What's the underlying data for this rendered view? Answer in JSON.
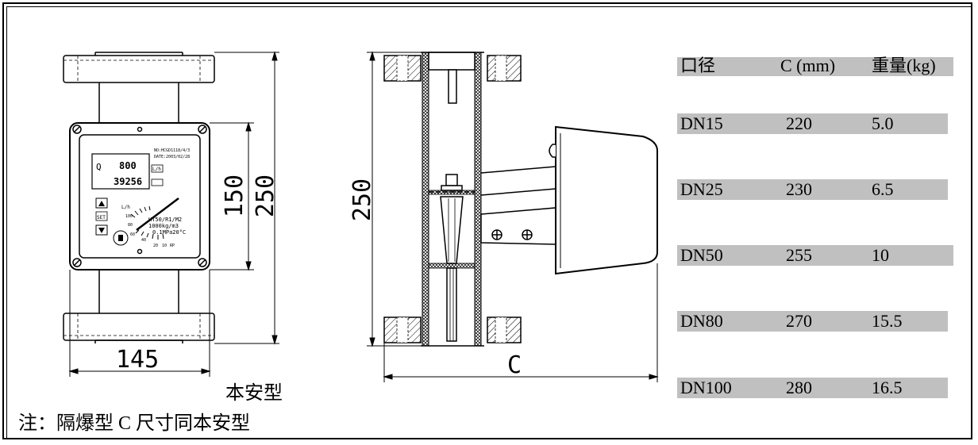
{
  "table": {
    "headers": [
      "口径",
      "C (mm)",
      "重量(kg)"
    ],
    "rows": [
      [
        "DN15",
        "220",
        "5.0"
      ],
      [
        "DN25",
        "230",
        "6.5"
      ],
      [
        "DN50",
        "255",
        "10"
      ],
      [
        "DN80",
        "270",
        "15.5"
      ],
      [
        "DN100",
        "280",
        "16.5"
      ]
    ]
  },
  "dimensions": {
    "front_width": "145",
    "front_body_height": "150",
    "front_total_height": "250",
    "side_height": "250",
    "side_length": "C"
  },
  "display": {
    "q_label": "Q",
    "rate_value": "800",
    "total_value": "39256",
    "unit": "L/h",
    "model_text": "HT50/R1/M2",
    "density_text": "1000kg/m3",
    "pressure_text": "0.1MPa20°C",
    "scale_unit": "L/h",
    "scale_labels": [
      "100",
      "80",
      "60",
      "40",
      "20",
      "10",
      "RP"
    ],
    "info_line1": "NO:HCGD1118/4/3",
    "info_line2": "DATE:2003/02/28",
    "set_label": "SET"
  },
  "captions": {
    "variant": "本安型",
    "note": "注：隔爆型 C 尺寸同本安型"
  }
}
